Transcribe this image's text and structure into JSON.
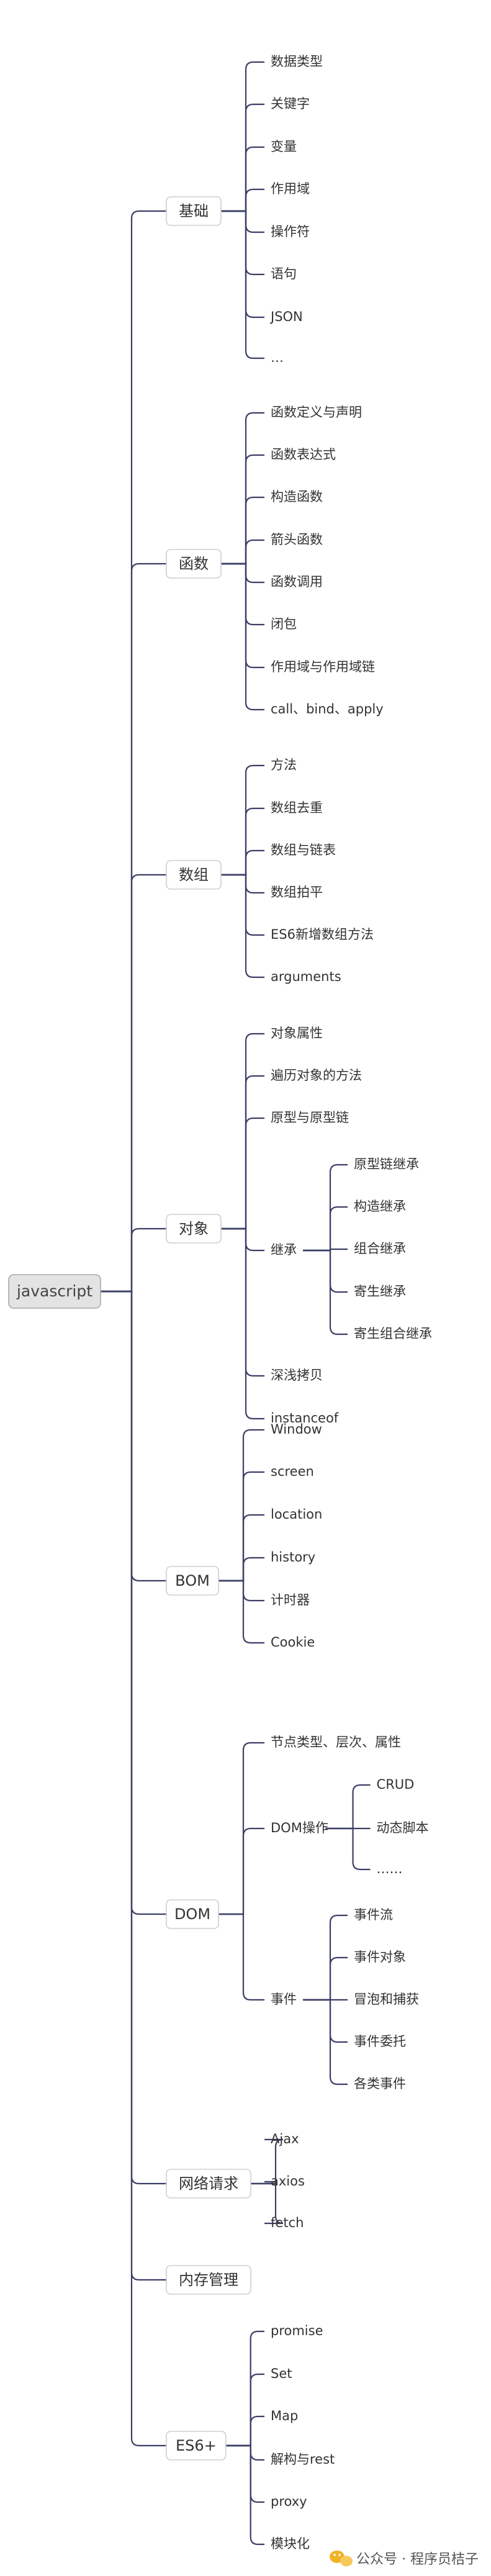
{
  "root": {
    "label": "javascript"
  },
  "categories": [
    {
      "label": "基础",
      "items": [
        {
          "label": "数据类型"
        },
        {
          "label": "关键字"
        },
        {
          "label": "变量"
        },
        {
          "label": "作用域"
        },
        {
          "label": "操作符"
        },
        {
          "label": "语句"
        },
        {
          "label": "JSON"
        },
        {
          "label": "…"
        }
      ]
    },
    {
      "label": "函数",
      "items": [
        {
          "label": "函数定义与声明"
        },
        {
          "label": "函数表达式"
        },
        {
          "label": "构造函数"
        },
        {
          "label": "箭头函数"
        },
        {
          "label": "函数调用"
        },
        {
          "label": "闭包"
        },
        {
          "label": "作用域与作用域链"
        },
        {
          "label": "call、bind、apply"
        }
      ]
    },
    {
      "label": "数组",
      "items": [
        {
          "label": "方法"
        },
        {
          "label": "数组去重"
        },
        {
          "label": "数组与链表"
        },
        {
          "label": "数组拍平"
        },
        {
          "label": "ES6新增数组方法"
        },
        {
          "label": "arguments"
        }
      ]
    },
    {
      "label": "对象",
      "items": [
        {
          "label": "对象属性"
        },
        {
          "label": "遍历对象的方法"
        },
        {
          "label": "原型与原型链"
        },
        {
          "label": "继承",
          "children": [
            {
              "label": "原型链继承"
            },
            {
              "label": "构造继承"
            },
            {
              "label": "组合继承"
            },
            {
              "label": "寄生继承"
            },
            {
              "label": "寄生组合继承"
            }
          ]
        },
        {
          "label": "深浅拷贝"
        },
        {
          "label": "instanceof"
        }
      ]
    },
    {
      "label": "BOM",
      "items": [
        {
          "label": "Window"
        },
        {
          "label": "screen"
        },
        {
          "label": "location"
        },
        {
          "label": "history"
        },
        {
          "label": "计时器"
        },
        {
          "label": "Cookie"
        }
      ]
    },
    {
      "label": "DOM",
      "items": [
        {
          "label": "节点类型、层次、属性"
        },
        {
          "label": "DOM操作",
          "children": [
            {
              "label": "CRUD"
            },
            {
              "label": "动态脚本"
            },
            {
              "label": "……"
            }
          ]
        },
        {
          "label": "事件",
          "children": [
            {
              "label": "事件流"
            },
            {
              "label": "事件对象"
            },
            {
              "label": "冒泡和捕获"
            },
            {
              "label": "事件委托"
            },
            {
              "label": "各类事件"
            }
          ]
        }
      ]
    },
    {
      "label": "网络请求",
      "items": [
        {
          "label": "Ajax"
        },
        {
          "label": "axios"
        },
        {
          "label": "fetch"
        }
      ]
    },
    {
      "label": "内存管理",
      "items": []
    },
    {
      "label": "ES6+",
      "items": [
        {
          "label": "promise"
        },
        {
          "label": "Set"
        },
        {
          "label": "Map"
        },
        {
          "label": "解构与rest"
        },
        {
          "label": "proxy"
        },
        {
          "label": "模块化"
        }
      ]
    }
  ],
  "watermark": {
    "text": "公众号 · 程序员桔子",
    "icon": "wechat-icon"
  },
  "colors": {
    "connector": "#3b3f66",
    "root_fill": "#e3e3e3",
    "box_border": "#cfcfcf"
  }
}
